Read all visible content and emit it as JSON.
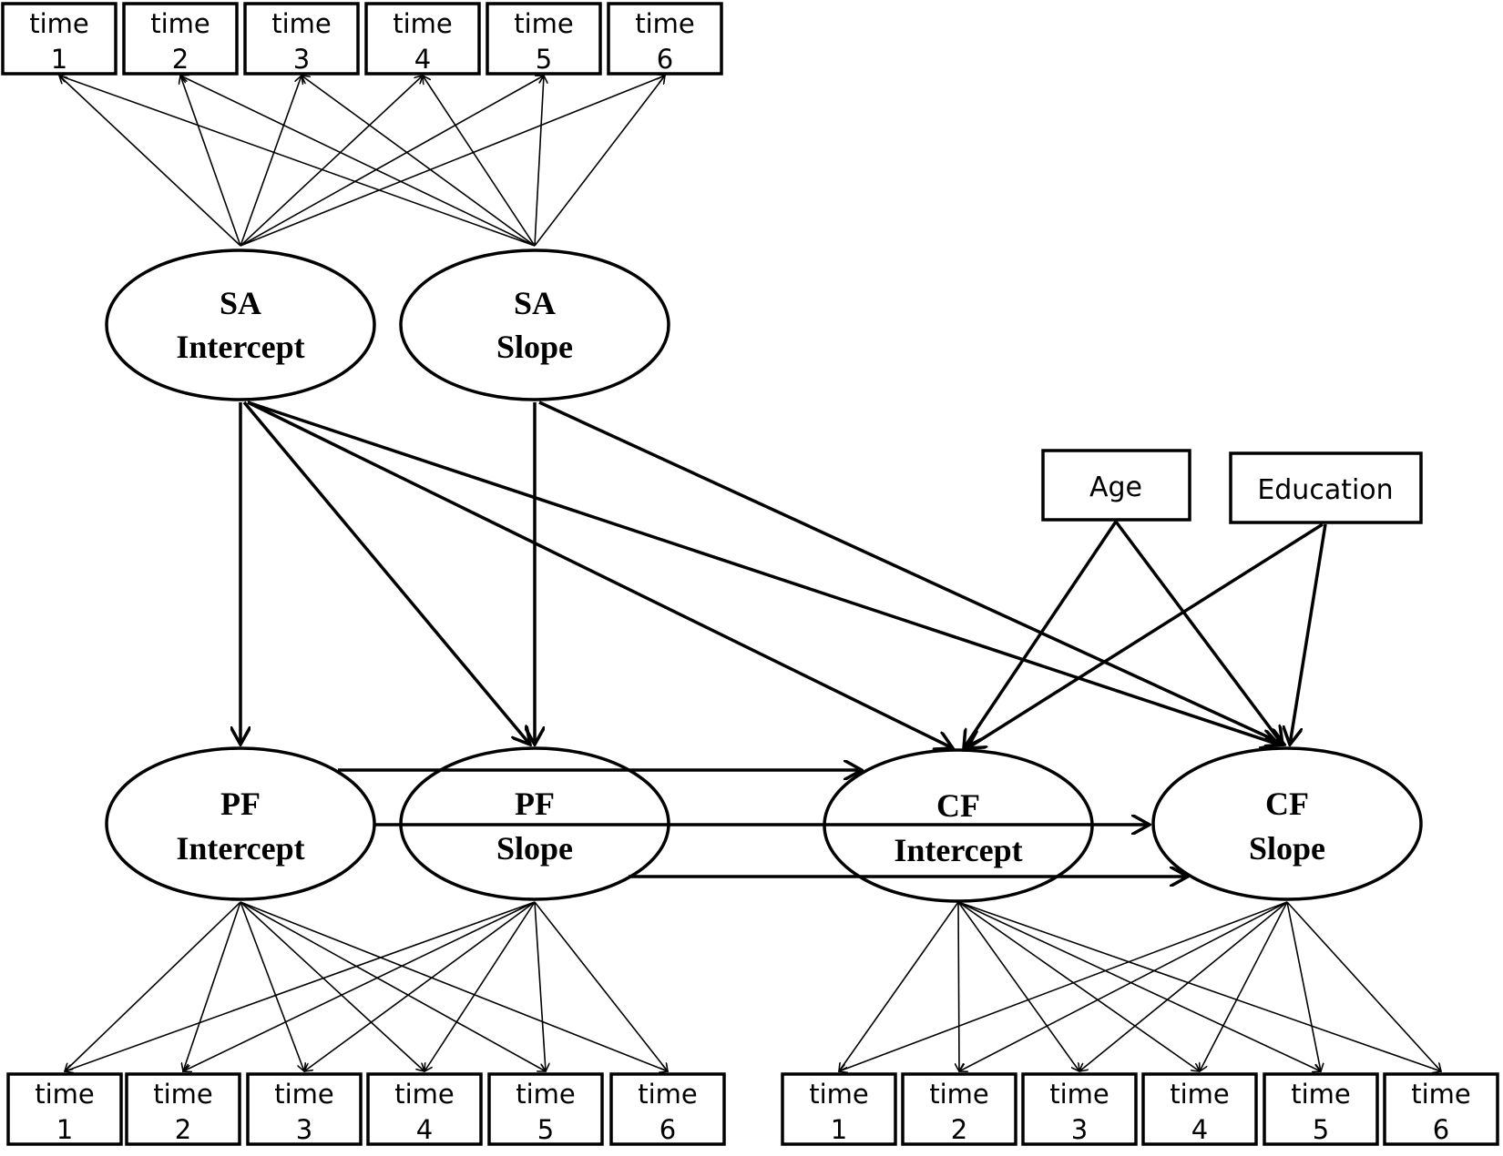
{
  "indicators": {
    "time_label": "time",
    "numbers": [
      "1",
      "2",
      "3",
      "4",
      "5",
      "6"
    ]
  },
  "latents": {
    "sa_intercept": {
      "line1": "SA",
      "line2": "Intercept"
    },
    "sa_slope": {
      "line1": "SA",
      "line2": "Slope"
    },
    "pf_intercept": {
      "line1": "PF",
      "line2": "Intercept"
    },
    "pf_slope": {
      "line1": "PF",
      "line2": "Slope"
    },
    "cf_intercept": {
      "line1": "CF",
      "line2": "Intercept"
    },
    "cf_slope": {
      "line1": "CF",
      "line2": "Slope"
    }
  },
  "covariates": {
    "age": "Age",
    "education": "Education"
  }
}
